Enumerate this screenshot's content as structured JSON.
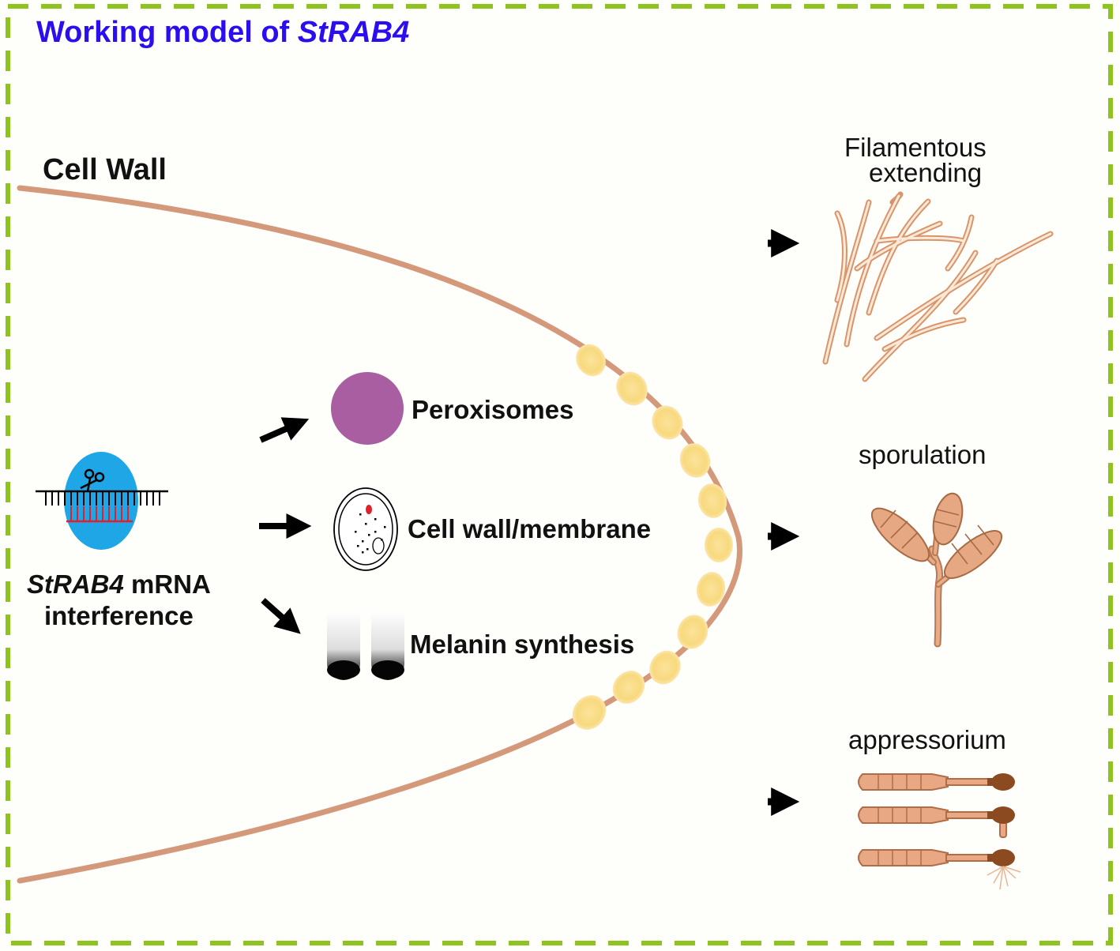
{
  "title": {
    "text": "Working model of ",
    "gene": "StRAB4"
  },
  "cell_wall_label": "Cell Wall",
  "rnai": {
    "gene": "StRAB4",
    "line1_rest": " mRNA",
    "line2": "interference"
  },
  "effects": [
    {
      "label": "Peroxisomes",
      "icon": "peroxisome-circle"
    },
    {
      "label": "Cell wall/membrane",
      "icon": "cell-diagram"
    },
    {
      "label": "Melanin synthesis",
      "icon": "melanin-tubes"
    }
  ],
  "phenotypes": [
    {
      "label_line1": "Filamentous",
      "label_line2": "extending",
      "icon": "hyphae"
    },
    {
      "label": "sporulation",
      "icon": "conidiophore"
    },
    {
      "label": "appressorium",
      "icon": "appressoria"
    }
  ],
  "colors": {
    "title": "#2a0ef0",
    "border": "#8fc31f",
    "wall": "#d4997a",
    "vesicle": "#f9dd8a",
    "peroxisome": "#a85ea1",
    "blob": "#1ea6e6",
    "rna": "#e0212a",
    "fungus": "#dfa07b",
    "appressorium": "#8b4a1f"
  }
}
